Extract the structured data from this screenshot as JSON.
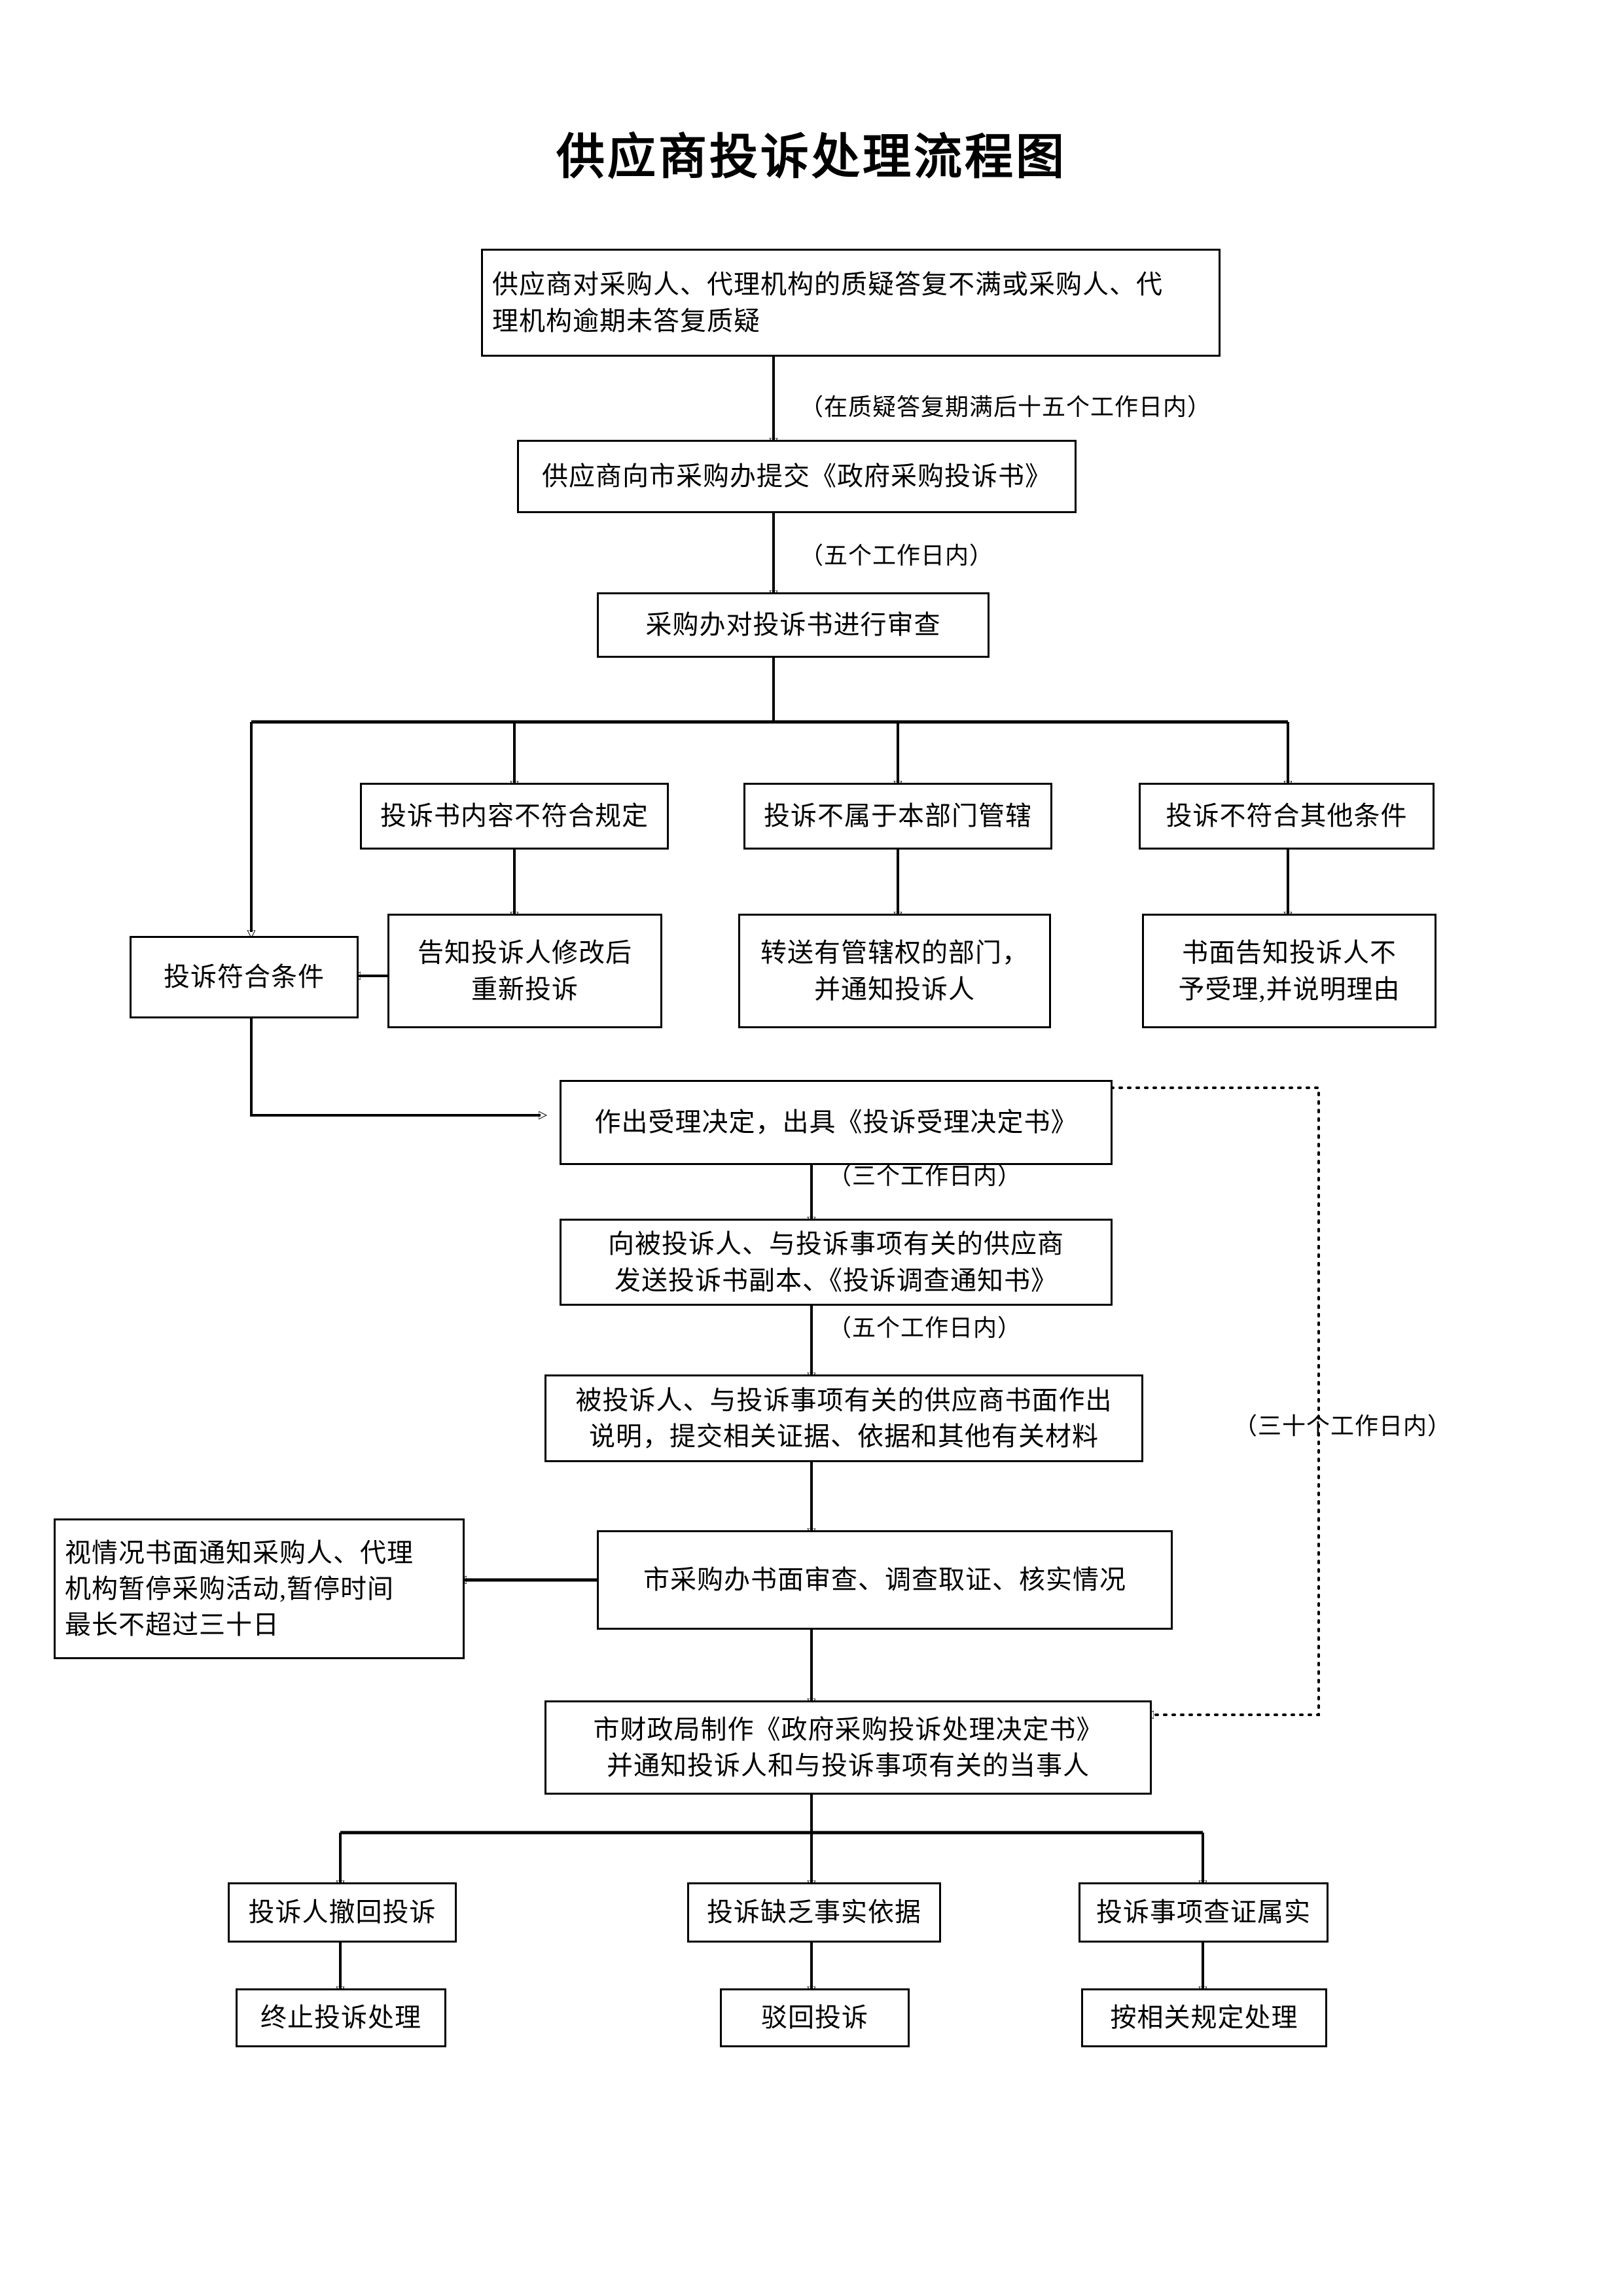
{
  "title": "供应商投诉处理流程图",
  "nodes": {
    "n1": "供应商对采购人、代理机构的质疑答复不满或采购人、代\n理机构逾期未答复质疑",
    "n2": "供应商向市采购办提交《政府采购投诉书》",
    "n3": "采购办对投诉书进行审查",
    "b1": "投诉书内容不符合规定",
    "b2": "投诉不属于本部门管辖",
    "b3": "投诉不符合其他条件",
    "b1a": "告知投诉人修改后\n重新投诉",
    "b2a": "转送有管辖权的部门，\n并通知投诉人",
    "b3a": "书面告知投诉人不\n予受理,并说明理由",
    "ok": "投诉符合条件",
    "n4": "作出受理决定，出具《投诉受理决定书》",
    "n5": "向被投诉人、与投诉事项有关的供应商\n发送投诉书副本、《投诉调查通知书》",
    "n6": "被投诉人、与投诉事项有关的供应商书面作出\n说明，提交相关证据、依据和其他有关材料",
    "n7": "市采购办书面审查、调查取证、核实情况",
    "n8": "视情况书面通知采购人、代理\n机构暂停采购活动,暂停时间\n最长不超过三十日",
    "n9": "市财政局制作《政府采购投诉处理决定书》\n并通知投诉人和与投诉事项有关的当事人",
    "r1": "投诉人撤回投诉",
    "r2": "投诉缺乏事实依据",
    "r3": "投诉事项查证属实",
    "r1a": "终止投诉处理",
    "r2a": "驳回投诉",
    "r3a": "按相关规定处理"
  },
  "annotations": {
    "a1": "（在质疑答复期满后十五个工作日内）",
    "a2": "（五个工作日内）",
    "a3": "（三个工作日内）",
    "a4": "（五个工作日内）",
    "a5": "（三十个工作日内）"
  },
  "colors": {
    "ink": "#000000",
    "paper": "#ffffff"
  },
  "chart_data": {
    "type": "table",
    "title": "供应商投诉处理流程图",
    "edges": [
      {
        "from": "n1",
        "to": "n2",
        "label": "（在质疑答复期满后十五个工作日内）",
        "style": "solid"
      },
      {
        "from": "n2",
        "to": "n3",
        "label": "（五个工作日内）",
        "style": "solid"
      },
      {
        "from": "n3",
        "to": "ok",
        "label": "",
        "style": "solid"
      },
      {
        "from": "n3",
        "to": "b1",
        "label": "",
        "style": "solid"
      },
      {
        "from": "n3",
        "to": "b2",
        "label": "",
        "style": "solid"
      },
      {
        "from": "n3",
        "to": "b3",
        "label": "",
        "style": "solid"
      },
      {
        "from": "b1",
        "to": "b1a",
        "label": "",
        "style": "solid"
      },
      {
        "from": "b2",
        "to": "b2a",
        "label": "",
        "style": "solid"
      },
      {
        "from": "b3",
        "to": "b3a",
        "label": "",
        "style": "solid"
      },
      {
        "from": "b1a",
        "to": "ok",
        "label": "",
        "style": "solid"
      },
      {
        "from": "ok",
        "to": "n4",
        "label": "",
        "style": "solid"
      },
      {
        "from": "n4",
        "to": "n5",
        "label": "（三个工作日内）",
        "style": "solid"
      },
      {
        "from": "n5",
        "to": "n6",
        "label": "（五个工作日内）",
        "style": "solid"
      },
      {
        "from": "n6",
        "to": "n7",
        "label": "",
        "style": "solid"
      },
      {
        "from": "n7",
        "to": "n8",
        "label": "",
        "style": "solid"
      },
      {
        "from": "n7",
        "to": "n9",
        "label": "",
        "style": "solid"
      },
      {
        "from": "n4",
        "to": "n9",
        "label": "（三十个工作日内）",
        "style": "dotted"
      },
      {
        "from": "n9",
        "to": "r1",
        "label": "",
        "style": "solid"
      },
      {
        "from": "n9",
        "to": "r2",
        "label": "",
        "style": "solid"
      },
      {
        "from": "n9",
        "to": "r3",
        "label": "",
        "style": "solid"
      },
      {
        "from": "r1",
        "to": "r1a",
        "label": "",
        "style": "solid"
      },
      {
        "from": "r2",
        "to": "r2a",
        "label": "",
        "style": "solid"
      },
      {
        "from": "r3",
        "to": "r3a",
        "label": "",
        "style": "solid"
      }
    ]
  }
}
